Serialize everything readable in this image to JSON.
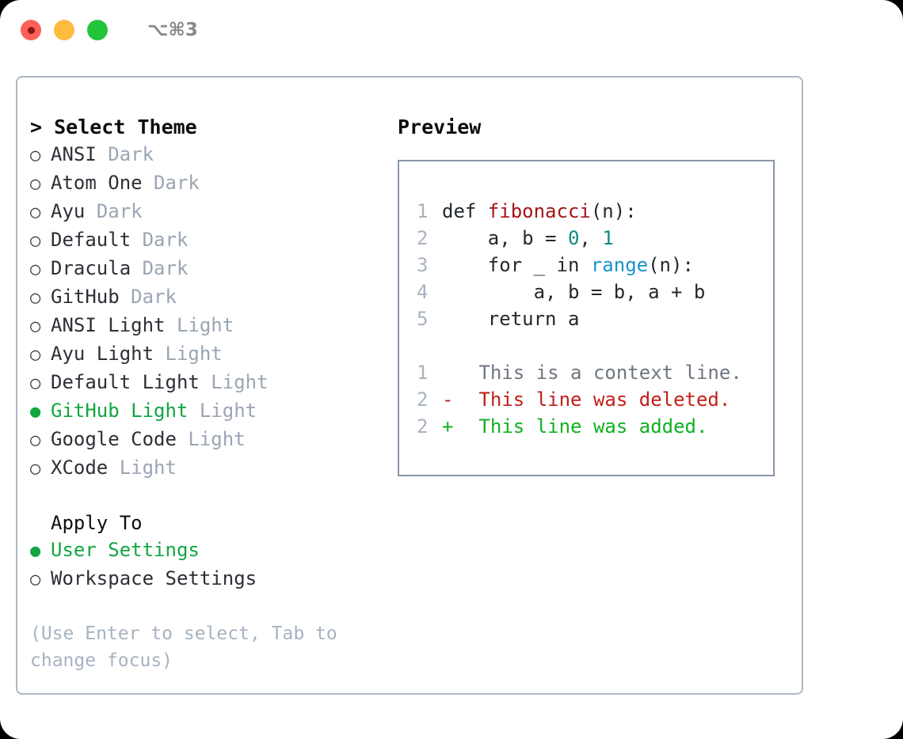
{
  "titlebar": {
    "shortcut": "⌥⌘3",
    "lights": [
      {
        "name": "close",
        "color": "#fc6058"
      },
      {
        "name": "minimize",
        "color": "#fdbc40"
      },
      {
        "name": "maximize",
        "color": "#22c43a"
      }
    ]
  },
  "theme_section": {
    "header": "> Select Theme",
    "items": [
      {
        "marker": "○",
        "label": "ANSI",
        "suffix": "Dark",
        "selected": false
      },
      {
        "marker": "○",
        "label": "Atom One",
        "suffix": "Dark",
        "selected": false
      },
      {
        "marker": "○",
        "label": "Ayu",
        "suffix": "Dark",
        "selected": false
      },
      {
        "marker": "○",
        "label": "Default",
        "suffix": "Dark",
        "selected": false
      },
      {
        "marker": "○",
        "label": "Dracula",
        "suffix": "Dark",
        "selected": false
      },
      {
        "marker": "○",
        "label": "GitHub",
        "suffix": "Dark",
        "selected": false
      },
      {
        "marker": "○",
        "label": "ANSI Light",
        "suffix": "Light",
        "selected": false
      },
      {
        "marker": "○",
        "label": "Ayu Light",
        "suffix": "Light",
        "selected": false
      },
      {
        "marker": "○",
        "label": "Default Light",
        "suffix": "Light",
        "selected": false
      },
      {
        "marker": "●",
        "label": "GitHub Light",
        "suffix": "Light",
        "selected": true
      },
      {
        "marker": "○",
        "label": "Google Code",
        "suffix": "Light",
        "selected": false
      },
      {
        "marker": "○",
        "label": "XCode",
        "suffix": "Light",
        "selected": false
      }
    ]
  },
  "apply_section": {
    "header": "Apply To",
    "items": [
      {
        "marker": "●",
        "label": "User Settings",
        "selected": true
      },
      {
        "marker": "○",
        "label": "Workspace Settings",
        "selected": false
      }
    ]
  },
  "hint": "(Use Enter to select, Tab to change focus)",
  "preview": {
    "title": "Preview",
    "code_lines": [
      {
        "no": "1",
        "tokens": [
          {
            "t": "def ",
            "c": "code-text"
          },
          {
            "t": "fibonacci",
            "c": "tok-fn"
          },
          {
            "t": "(n):",
            "c": "code-text"
          }
        ]
      },
      {
        "no": "2",
        "tokens": [
          {
            "t": "    a, b = ",
            "c": "code-text"
          },
          {
            "t": "0",
            "c": "tok-num"
          },
          {
            "t": ", ",
            "c": "code-text"
          },
          {
            "t": "1",
            "c": "tok-num"
          }
        ]
      },
      {
        "no": "3",
        "tokens": [
          {
            "t": "    for _ in ",
            "c": "code-text"
          },
          {
            "t": "range",
            "c": "tok-fn2"
          },
          {
            "t": "(n):",
            "c": "code-text"
          }
        ]
      },
      {
        "no": "4",
        "tokens": [
          {
            "t": "        a, b = b, a + b",
            "c": "code-text"
          }
        ]
      },
      {
        "no": "5",
        "tokens": [
          {
            "t": "    return a",
            "c": "code-text"
          }
        ]
      }
    ],
    "diff_lines": [
      {
        "no": "1",
        "mark": " ",
        "text": " This is a context line.",
        "kind": "diff-ctx"
      },
      {
        "no": "2",
        "mark": "-",
        "text": " This line was deleted.",
        "kind": "diff-del"
      },
      {
        "no": "2",
        "mark": "+",
        "text": " This line was added.",
        "kind": "diff-add"
      }
    ]
  },
  "colors": {
    "selected_green": "#11a642",
    "suffix_grey": "#9aa5b4",
    "hint_grey": "#a7b2c1",
    "panel_border": "#aeb7c4",
    "preview_border": "#8a96a8",
    "diff_add": "#10b021",
    "diff_del": "#c0201a",
    "token_function": "#a31515",
    "token_number": "#0f8a84",
    "token_builtin": "#1a93c9"
  }
}
